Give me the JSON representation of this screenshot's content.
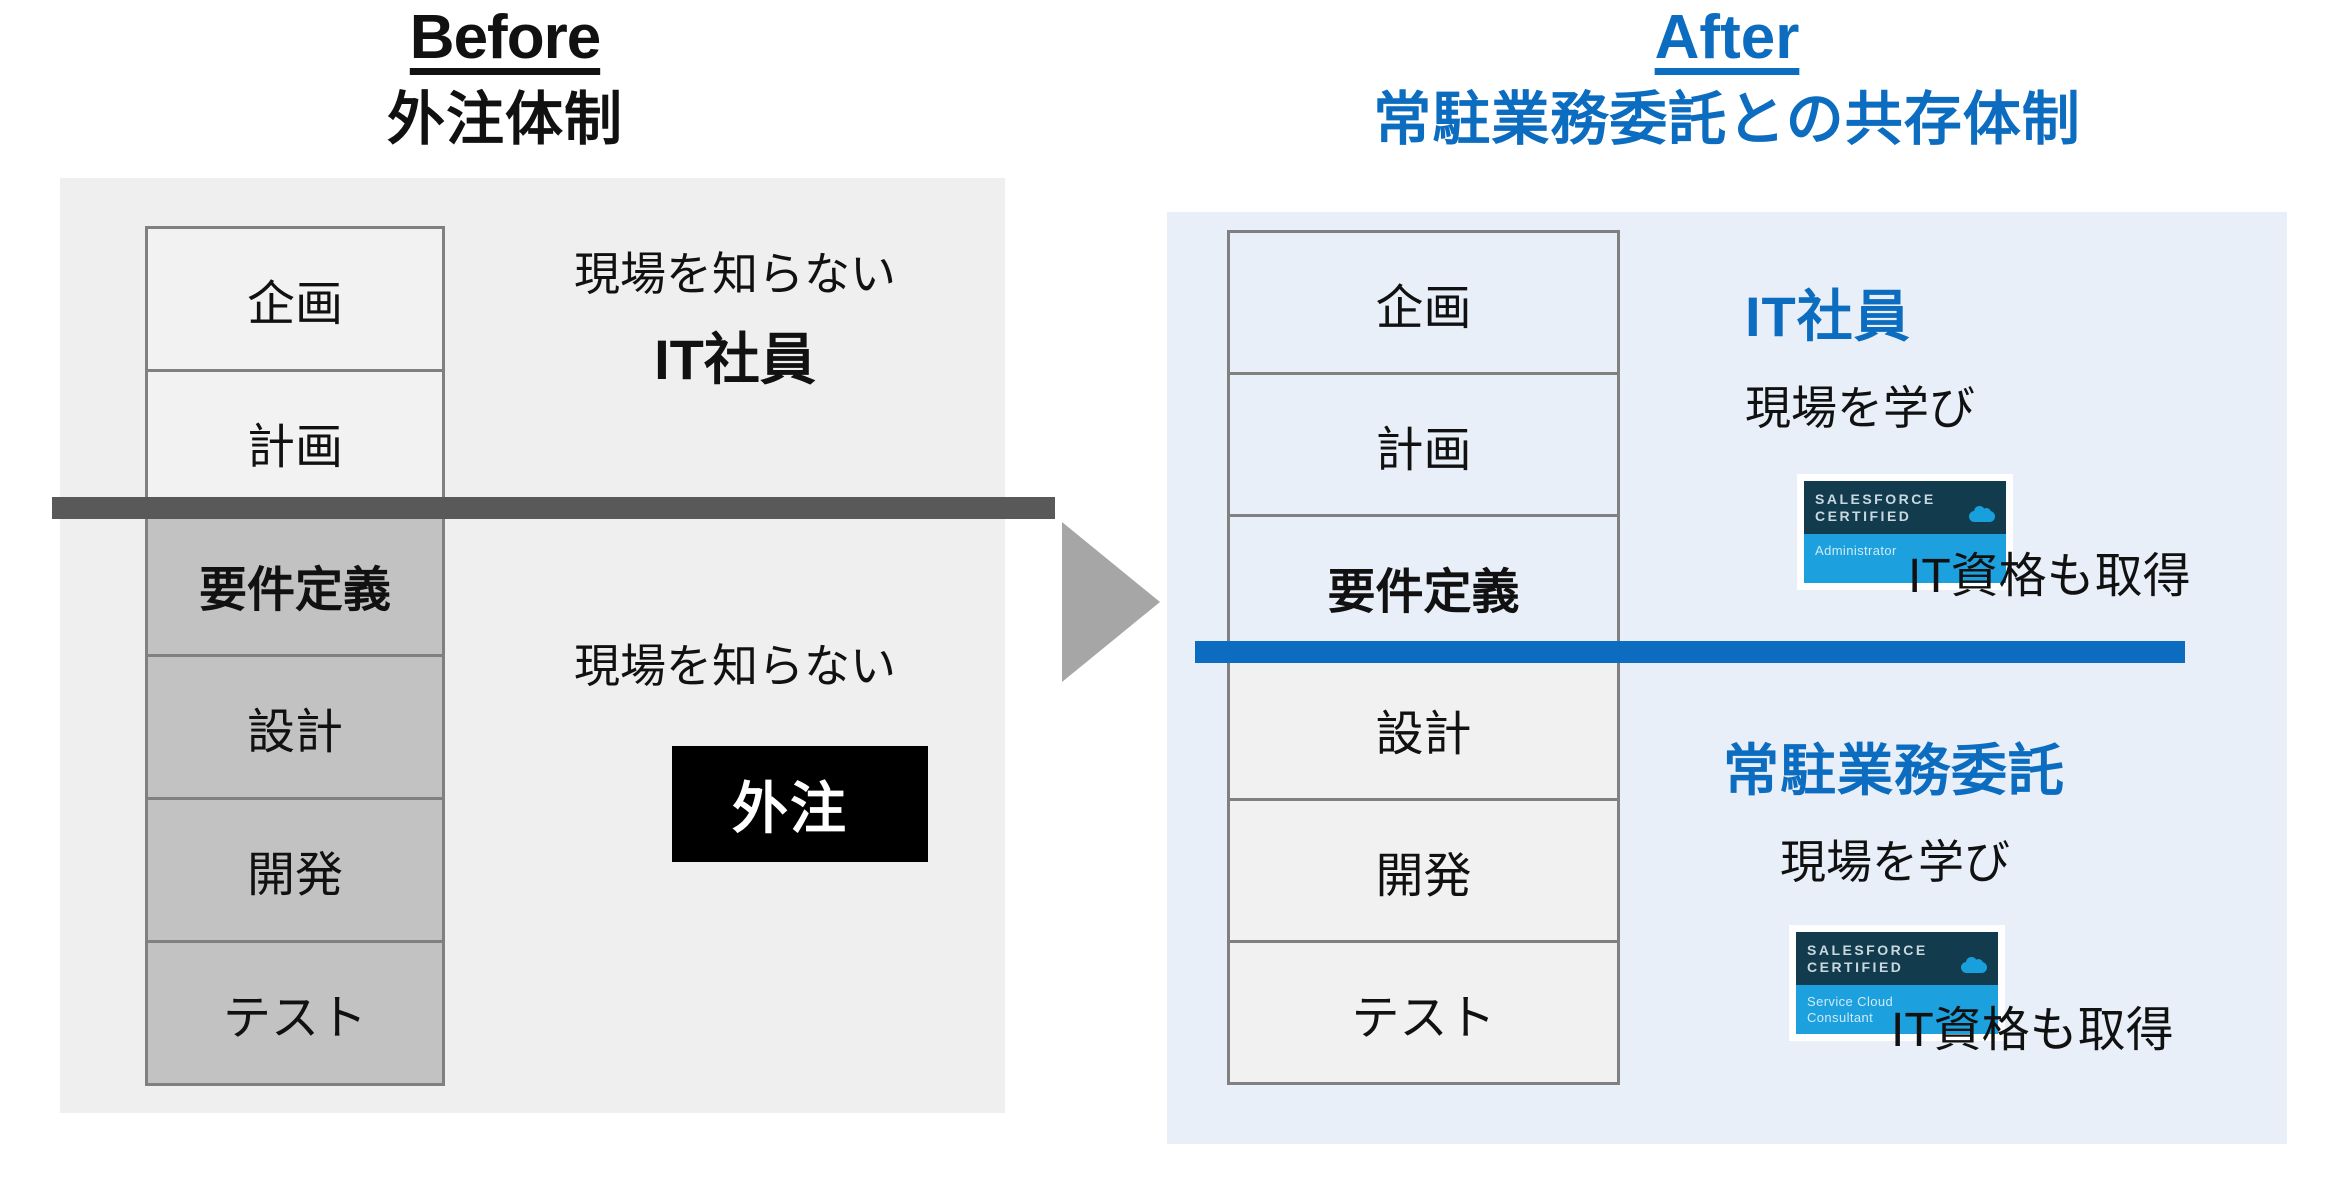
{
  "before": {
    "title": "Before",
    "subtitle": "外注体制",
    "phases": [
      {
        "label": "企画",
        "style": "light"
      },
      {
        "label": "計画",
        "style": "light"
      },
      {
        "label": "要件定義",
        "style": "shaded"
      },
      {
        "label": "設計",
        "style": "shaded-plain"
      },
      {
        "label": "開発",
        "style": "shaded-plain"
      },
      {
        "label": "テスト",
        "style": "shaded-plain"
      }
    ],
    "top_note": "現場を知らない",
    "top_label": "IT社員",
    "bottom_note": "現場を知らない",
    "bottom_label": "外注",
    "divider_color": "#595959",
    "panel_color": "#EFEFEF"
  },
  "arrow": {
    "name": "right-triangle-arrow",
    "color": "#A6A6A6"
  },
  "after": {
    "title": "After",
    "subtitle": "常駐業務委託との共存体制",
    "accent_color": "#0C6CBF",
    "panel_color": "#E8EFF8",
    "phases": [
      {
        "label": "企画",
        "style": "tint"
      },
      {
        "label": "計画",
        "style": "tint"
      },
      {
        "label": "要件定義",
        "style": "tint bold"
      },
      {
        "label": "設計",
        "style": "plain"
      },
      {
        "label": "開発",
        "style": "plain"
      },
      {
        "label": "テスト",
        "style": "plain"
      }
    ],
    "role_top": {
      "heading": "IT社員",
      "sub": "現場を学び",
      "cert_caption": "IT資格も取得",
      "badge": {
        "line1": "SALESFORCE",
        "line2": "CERTIFIED",
        "detail1": "Administrator",
        "detail2": ""
      }
    },
    "role_bottom": {
      "heading": "常駐業務委託",
      "sub": "現場を学び",
      "cert_caption": "IT資格も取得",
      "badge": {
        "line1": "SALESFORCE",
        "line2": "CERTIFIED",
        "detail1": "Service Cloud",
        "detail2": "Consultant"
      }
    }
  }
}
